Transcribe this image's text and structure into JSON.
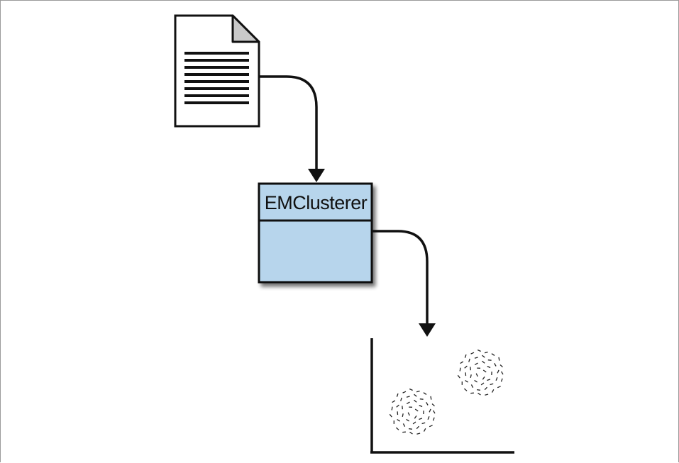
{
  "diagram": {
    "clusterer": {
      "label": "EMClusterer"
    },
    "nodes": [
      {
        "name": "document-icon"
      },
      {
        "name": "emclusterer-box"
      },
      {
        "name": "scatter-plot-icon"
      }
    ],
    "edges": [
      {
        "from": "document-icon",
        "to": "emclusterer-box"
      },
      {
        "from": "emclusterer-box",
        "to": "scatter-plot-icon"
      }
    ],
    "colors": {
      "box_fill": "#b7d5ec",
      "stroke": "#111111",
      "document_corner": "#c9c9c9",
      "shadow": "#8a8a8a"
    }
  }
}
